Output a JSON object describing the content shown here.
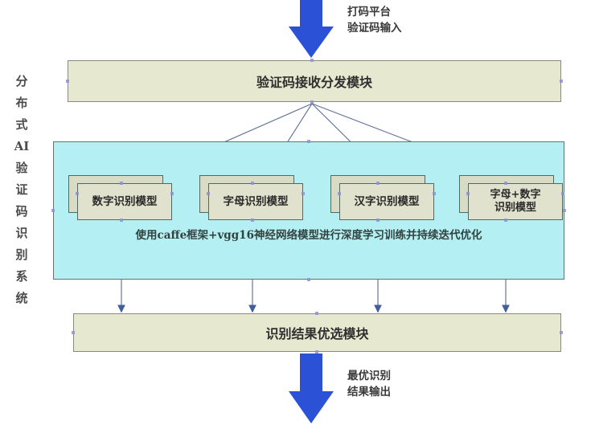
{
  "diagram": {
    "title": "分布式AI验证码识别系统",
    "system_label_vertical": "分\n布\n式\nAI\n验\n证\n码\n识\n别\n系\n统",
    "colors": {
      "module_fill": "#e6e8cf",
      "module_border": "#8a8a80",
      "ai_container_fill": "#b4f0f3",
      "ai_container_border": "#67726f",
      "model_fill": "#e0e2cd",
      "model_border": "#55675f",
      "big_arrow": "#2b52d6",
      "thin_arrow": "#4a5f86",
      "handle_dot": "#8f8fd6",
      "background": "#ffffff"
    },
    "input": {
      "caption": "打码平台\n验证码输入",
      "arrow": "big-down-arrow"
    },
    "dispatch_module": {
      "label": "验证码接收分发模块"
    },
    "ai_container": {
      "note": "使用caffe框架+vgg16神经网络模型进行深度学习训练并持续迭代优化",
      "models": [
        {
          "label": "数字识别模型"
        },
        {
          "label": "字母识别模型"
        },
        {
          "label": "汉字识别模型"
        },
        {
          "label": "字母+数字\n识别模型"
        }
      ]
    },
    "select_module": {
      "label": "识别结果优选模块"
    },
    "output": {
      "caption": "最优识别\n结果输出",
      "arrow": "big-down-arrow"
    }
  }
}
